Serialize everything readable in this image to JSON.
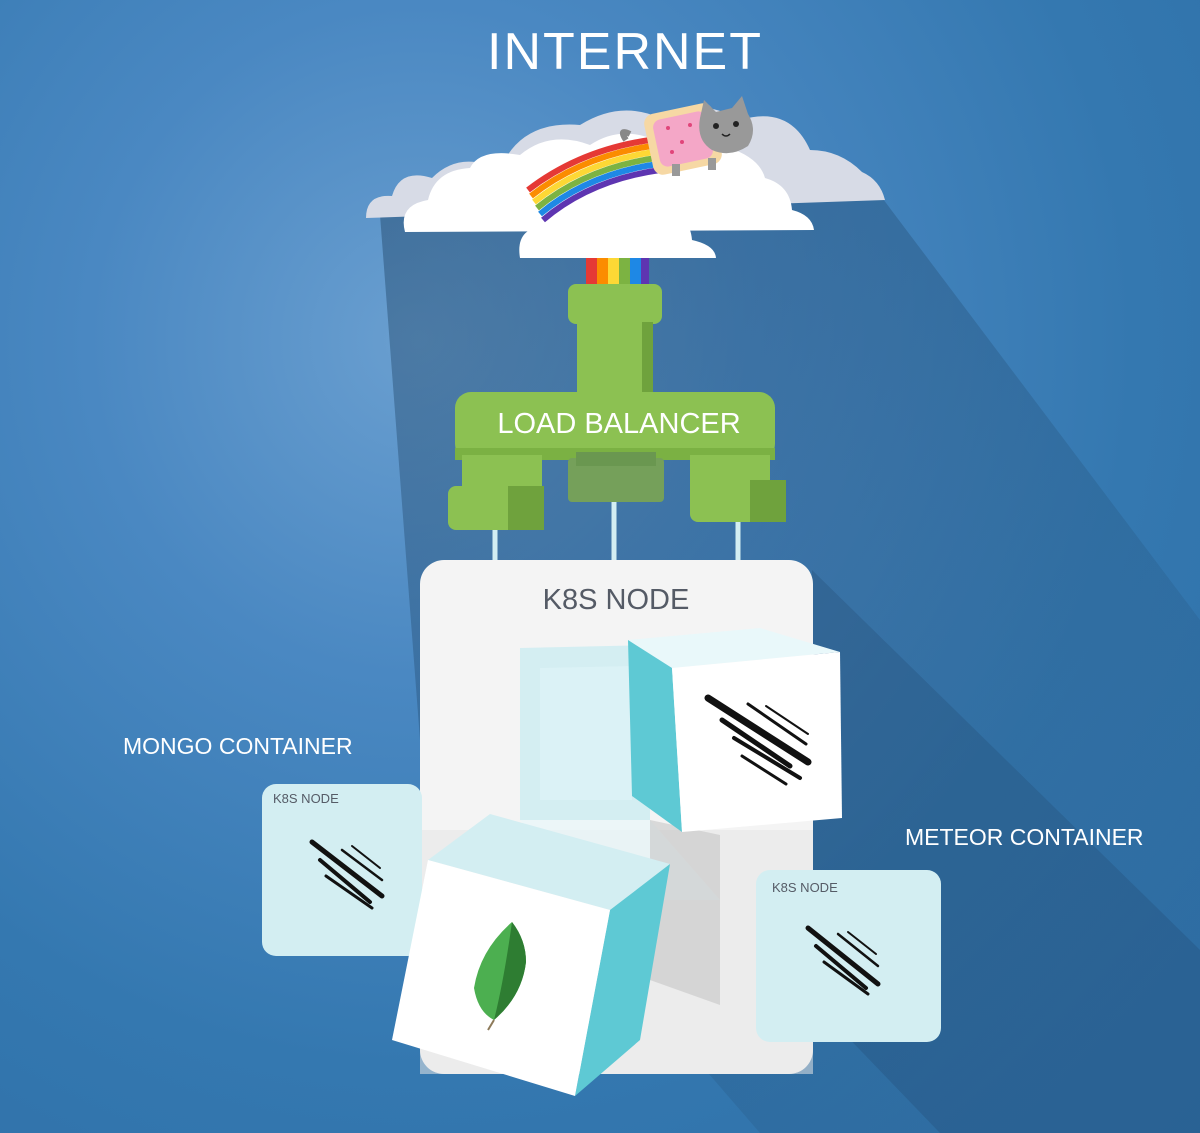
{
  "title": "INTERNET",
  "load_balancer": {
    "label": "LOAD BALANCER"
  },
  "main_node": {
    "label": "K8S NODE"
  },
  "mongo_container": {
    "label": "MONGO CONTAINER",
    "node_label": "K8S NODE"
  },
  "meteor_container": {
    "label": "METEOR CONTAINER",
    "node_label": "K8S NODE"
  },
  "colors": {
    "background": "#3478b0",
    "pipe_green": "#8cc152",
    "pipe_dark": "#6fa23d",
    "node_white": "#f4f4f4",
    "container_light": "#d3eef2",
    "cube_side": "#5ec9d4",
    "cloud": "#ffffff",
    "cloud_back": "#d7dbe6"
  },
  "icons": [
    "cloud-icon",
    "nyan-cat-icon",
    "rainbow-icon",
    "pipe-icon",
    "meteor-logo-icon",
    "mongodb-leaf-icon"
  ]
}
